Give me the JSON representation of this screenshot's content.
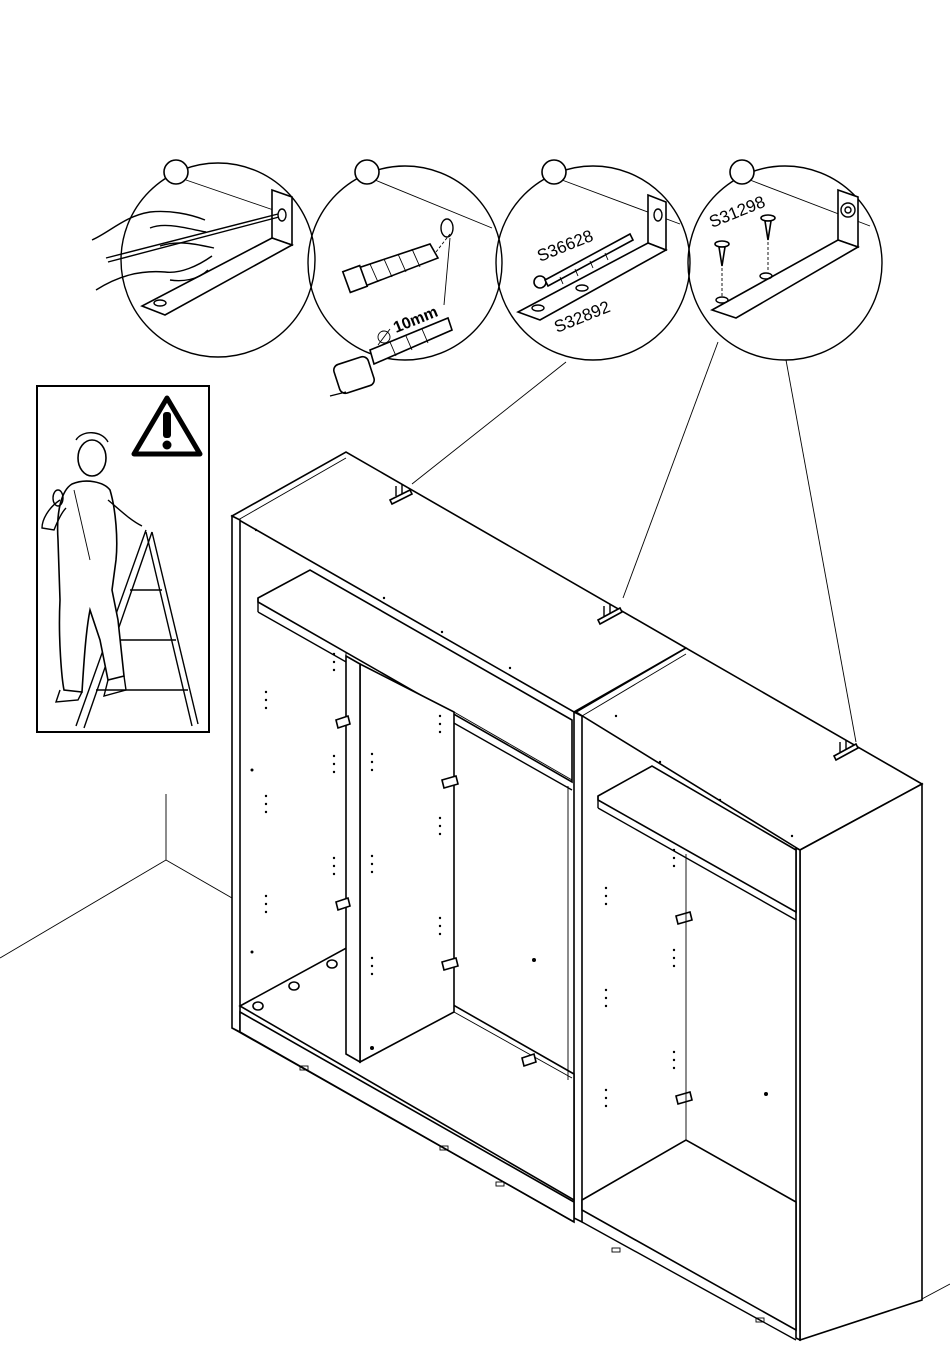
{
  "steps": [
    {
      "icon": "pencil-mark-icon"
    },
    {
      "icon": "drill-dowel-icon",
      "part_code": "S36628",
      "drill_size": "10mm"
    },
    {
      "icon": "screw-bracket-icon",
      "part_code_screw": "S36628",
      "part_code_bracket": "S32892"
    },
    {
      "icon": "screws-bracket-icon",
      "part_code": "S31298"
    }
  ],
  "warning": {
    "icon": "warning-triangle-icon",
    "figure": "person-on-ladder-icon"
  },
  "main_figure": {
    "icon": "wardrobe-assembly-icon"
  },
  "colors": {
    "line": "#000000",
    "background": "#ffffff"
  }
}
